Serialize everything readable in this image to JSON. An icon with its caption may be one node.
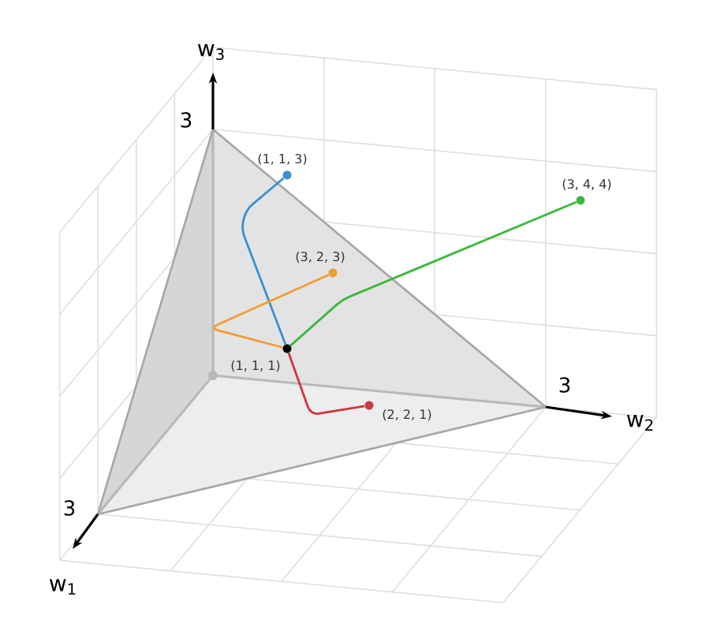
{
  "diagram": {
    "nodes": [
      {
        "text": [],
        "shape": "circle",
        "beside": [
          "(1, 1, 3)"
        ]
      },
      {
        "text": [],
        "shape": "circle",
        "beside": [
          "(3, 4, 4)"
        ]
      },
      {
        "text": [],
        "shape": "circle",
        "beside": [
          "(3, 2, 3)"
        ]
      },
      {
        "text": [],
        "shape": "circle",
        "beside": [
          "(1, 1, 1)"
        ]
      },
      {
        "text": [],
        "shape": "circle",
        "beside": [
          "(2, 2, 1)"
        ]
      }
    ],
    "edges": [
      {
        "from": 3,
        "to": 0,
        "arrow": "none",
        "color": "#3a8fd0"
      },
      {
        "from": 3,
        "to": 1,
        "arrow": "none",
        "color": "#3cb83c"
      },
      {
        "from": 3,
        "to": 2,
        "arrow": "none",
        "color": "#f39c33"
      },
      {
        "from": 3,
        "to": 4,
        "arrow": "none",
        "color": "#d0363d"
      }
    ],
    "labels": [
      "w$_{3}$",
      "3",
      "3",
      "w$_{2}$",
      "3",
      "w$_{1}$"
    ]
  }
}
